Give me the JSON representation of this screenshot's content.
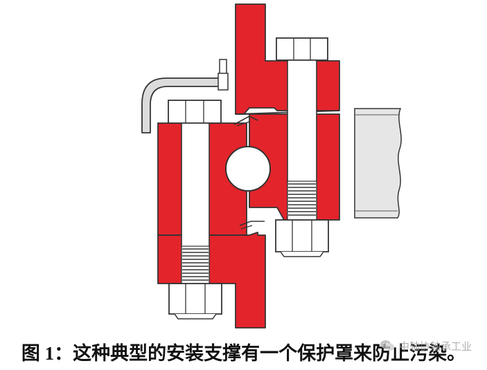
{
  "figure": {
    "caption_prefix": "图 1",
    "caption_text": "：这种典型的安装支撑有一个保护罩来防止污染。"
  },
  "watermark": {
    "text": "中轴协轴承工业",
    "icon": "wechat-chat-bubbles-icon"
  },
  "colors": {
    "housing_red": "#e3242b",
    "outline": "#333333",
    "metal_gray": "#e6e6e6",
    "bolt_white": "#ffffff"
  }
}
